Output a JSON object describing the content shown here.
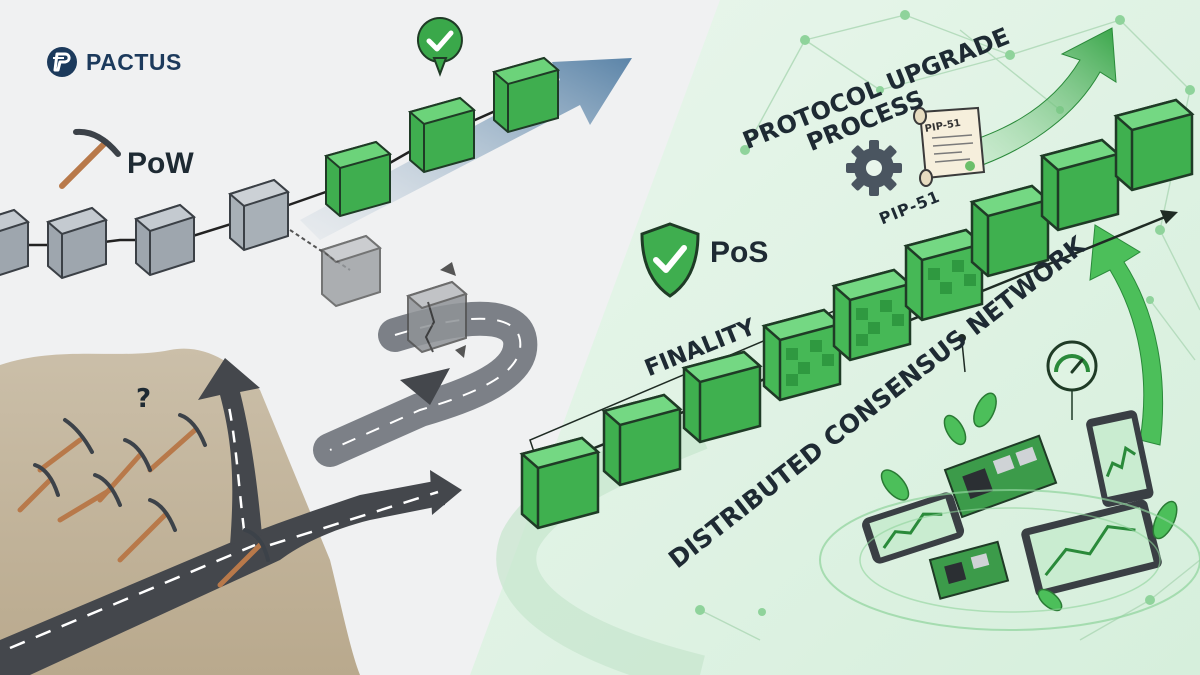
{
  "brand": {
    "name": "PACTUS"
  },
  "labels": {
    "pow": "PoW",
    "pos": "PoS",
    "question": "?",
    "upgrade_line1": "PROTOCOL UPGRADE",
    "upgrade_line2": "PROCESS",
    "pip_ribbon": "PIP-51",
    "pip_scroll": "PIP-51",
    "finality": "FINALITY",
    "network": "DISTRIBUTED CONSENSUS NETWORK"
  },
  "colors": {
    "accent_green": "#4bb84f",
    "dark_green": "#2a8a3a",
    "pow_gray": "#9aa1a8",
    "road": "#4a4d52",
    "brand_navy": "#1c3a5c"
  },
  "icons": [
    "pactus-logo-icon",
    "pickaxe-icon",
    "checkmark-shield-icon",
    "gear-icon",
    "scroll-document-icon",
    "speedometer-icon",
    "chat-bubble-check-icon",
    "tablet-icon",
    "circuit-board-icon",
    "leaf-icon"
  ]
}
